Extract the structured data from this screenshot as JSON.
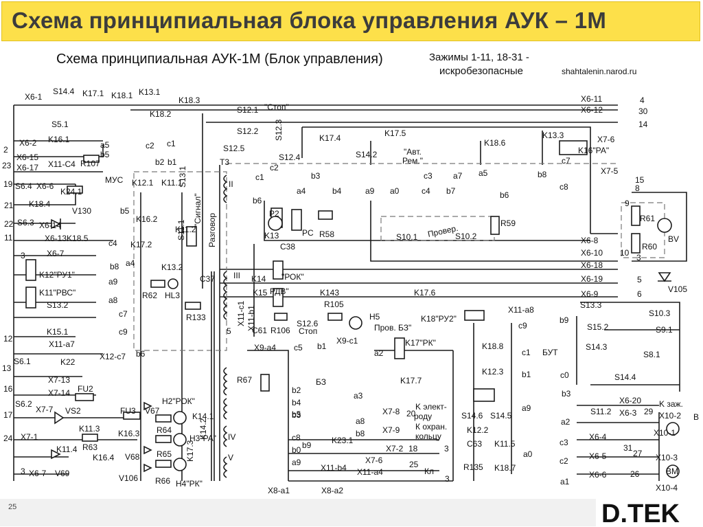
{
  "slide": {
    "title": "Схема  принципиальная блока управления АУК – 1М",
    "number": "25"
  },
  "diagram": {
    "heading": "Схема принципиальная АУК-1М (Блок управления)",
    "note_line1": "Зажимы 1-11, 18-31 -",
    "note_line2": "искробезопасные",
    "source": "shahtalenin.narod.ru",
    "colors": {
      "title_bg": "#fde04a",
      "ink": "#1a1a1a"
    },
    "labels": [
      {
        "id": "x61",
        "t": "X6-1"
      },
      {
        "id": "s144",
        "t": "S14.4"
      },
      {
        "id": "k171",
        "t": "K17.1"
      },
      {
        "id": "k181",
        "t": "K18.1"
      },
      {
        "id": "k131",
        "t": "K13.1"
      },
      {
        "id": "k183",
        "t": "K18.3"
      },
      {
        "id": "s121",
        "t": "S12.1"
      },
      {
        "id": "stop",
        "t": "\"Стоп\""
      },
      {
        "id": "x611",
        "t": "X6-11"
      },
      {
        "id": "n4",
        "t": "4"
      },
      {
        "id": "x612",
        "t": "X6-12"
      },
      {
        "id": "n30",
        "t": "30"
      },
      {
        "id": "n14",
        "t": "14"
      },
      {
        "id": "s51",
        "t": "S5.1"
      },
      {
        "id": "k182",
        "t": "K18.2"
      },
      {
        "id": "s122",
        "t": "S12.2"
      },
      {
        "id": "s123",
        "t": "S12.3"
      },
      {
        "id": "k174",
        "t": "K17.4"
      },
      {
        "id": "k175",
        "t": "K17.5"
      },
      {
        "id": "k186",
        "t": "K18.6"
      },
      {
        "id": "k133",
        "t": "K13.3"
      },
      {
        "id": "x76",
        "t": "X7-6"
      },
      {
        "id": "k16ra",
        "t": "K16\"РА\""
      },
      {
        "id": "x62",
        "t": "X6-2"
      },
      {
        "id": "k161",
        "t": "K16.1"
      },
      {
        "id": "a5a",
        "t": "a5"
      },
      {
        "id": "b5a",
        "t": "b5"
      },
      {
        "id": "c2a",
        "t": "c2"
      },
      {
        "id": "c1a",
        "t": "c1"
      },
      {
        "id": "s125",
        "t": "S12.5"
      },
      {
        "id": "t3",
        "t": "T3"
      },
      {
        "id": "s124",
        "t": "S12.4"
      },
      {
        "id": "s142",
        "t": "S14.2"
      },
      {
        "id": "avt",
        "t": "\"Авт."
      },
      {
        "id": "rem",
        "t": "Рем.\""
      },
      {
        "id": "n2",
        "t": "2"
      },
      {
        "id": "n23",
        "t": "23"
      },
      {
        "id": "x615",
        "t": "X6-15"
      },
      {
        "id": "x617",
        "t": "X6-17"
      },
      {
        "id": "x11c4",
        "t": "X11-C4"
      },
      {
        "id": "r107",
        "t": "R107"
      },
      {
        "id": "b3a",
        "t": "b3"
      },
      {
        "id": "c3a",
        "t": "c3"
      },
      {
        "id": "a7a",
        "t": "a7"
      },
      {
        "id": "a5b",
        "t": "a5"
      },
      {
        "id": "b8a",
        "t": "b8"
      },
      {
        "id": "c7a",
        "t": "c7"
      },
      {
        "id": "c8a",
        "t": "c8"
      },
      {
        "id": "x75",
        "t": "X7-5"
      },
      {
        "id": "n15",
        "t": "15"
      },
      {
        "id": "n8",
        "t": "8"
      },
      {
        "id": "n19",
        "t": "19"
      },
      {
        "id": "s64",
        "t": "S6.4"
      },
      {
        "id": "x66",
        "t": "X6-6"
      },
      {
        "id": "k241",
        "t": "K24.1"
      },
      {
        "id": "mus",
        "t": "МУС"
      },
      {
        "id": "k12",
        "t": "K12.1"
      },
      {
        "id": "b2a",
        "t": "b2"
      },
      {
        "id": "b1a",
        "t": "b1"
      },
      {
        "id": "k111",
        "t": "K11.1"
      },
      {
        "id": "s131",
        "t": "S13.1"
      },
      {
        "id": "sig",
        "t": "\"Сигнал\""
      },
      {
        "id": "razg",
        "t": "Разговор"
      },
      {
        "id": "ii",
        "t": "II"
      },
      {
        "id": "c1b",
        "t": "c1"
      },
      {
        "id": "c2b",
        "t": "c2"
      },
      {
        "id": "a4a",
        "t": "a4"
      },
      {
        "id": "b4a",
        "t": "b4"
      },
      {
        "id": "a9a",
        "t": "a9"
      },
      {
        "id": "a0a",
        "t": "a0"
      },
      {
        "id": "c4a",
        "t": "c4"
      },
      {
        "id": "b7a",
        "t": "b7"
      },
      {
        "id": "b6a",
        "t": "b6"
      },
      {
        "id": "n9",
        "t": "9"
      },
      {
        "id": "n21",
        "t": "21"
      },
      {
        "id": "k184",
        "t": "K18.4"
      },
      {
        "id": "v130",
        "t": "V130"
      },
      {
        "id": "b5b",
        "t": "b5"
      },
      {
        "id": "k162",
        "t": "K16.2"
      },
      {
        "id": "b6b",
        "t": "b6"
      },
      {
        "id": "p2",
        "t": "P2"
      },
      {
        "id": "r61",
        "t": "R61"
      },
      {
        "id": "n22",
        "t": "22"
      },
      {
        "id": "s63",
        "t": "S6.3"
      },
      {
        "id": "x614",
        "t": "X6-14"
      },
      {
        "id": "k112",
        "t": "K11.2"
      },
      {
        "id": "r58",
        "t": "R58"
      },
      {
        "id": "pc",
        "t": "PC"
      },
      {
        "id": "r59",
        "t": "R59"
      },
      {
        "id": "n11",
        "t": "11"
      },
      {
        "id": "x613",
        "t": "X6-13K18.5"
      },
      {
        "id": "c4b",
        "t": "c4"
      },
      {
        "id": "k172",
        "t": "K17.2"
      },
      {
        "id": "k13",
        "t": "K13"
      },
      {
        "id": "s111",
        "t": "S11.1"
      },
      {
        "id": "s101",
        "t": "S10.1"
      },
      {
        "id": "prov",
        "t": "Провер."
      },
      {
        "id": "s102",
        "t": "S10.2"
      },
      {
        "id": "bv",
        "t": "BV"
      },
      {
        "id": "x67",
        "t": "X6-7"
      },
      {
        "id": "c38",
        "t": "C38"
      },
      {
        "id": "x68",
        "t": "X6-8"
      },
      {
        "id": "r60",
        "t": "R60"
      },
      {
        "id": "x610",
        "t": "X6-10"
      },
      {
        "id": "n10",
        "t": "10"
      },
      {
        "id": "n3",
        "t": "3"
      },
      {
        "id": "n3b",
        "t": "3"
      },
      {
        "id": "b8b",
        "t": "b8"
      },
      {
        "id": "a4b",
        "t": "a4"
      },
      {
        "id": "k132",
        "t": "K13.2"
      },
      {
        "id": "x618",
        "t": "X6-18"
      },
      {
        "id": "k12ru1",
        "t": "K12\"РУ1\""
      },
      {
        "id": "a9b",
        "t": "a9"
      },
      {
        "id": "c37",
        "t": "C37"
      },
      {
        "id": "iii",
        "t": "III"
      },
      {
        "id": "k14",
        "t": "K14"
      },
      {
        "id": "rok",
        "t": "\"РОК\""
      },
      {
        "id": "x619",
        "t": "X6-19"
      },
      {
        "id": "n5",
        "t": "5"
      },
      {
        "id": "v105",
        "t": "V105"
      },
      {
        "id": "k11rvs",
        "t": "K11\"РВС\""
      },
      {
        "id": "a8a",
        "t": "a8"
      },
      {
        "id": "r62",
        "t": "R62"
      },
      {
        "id": "hl3",
        "t": "HL3"
      },
      {
        "id": "k15",
        "t": "K15"
      },
      {
        "id": "rdv",
        "t": "РДВ\""
      },
      {
        "id": "k143",
        "t": "K143"
      },
      {
        "id": "k176",
        "t": "K17.6"
      },
      {
        "id": "x69",
        "t": "X6-9"
      },
      {
        "id": "n6",
        "t": "6"
      },
      {
        "id": "s132",
        "t": "S13.2"
      },
      {
        "id": "c7b",
        "t": "c7"
      },
      {
        "id": "r105",
        "t": "R105"
      },
      {
        "id": "s133",
        "t": "S13.3"
      },
      {
        "id": "s103",
        "t": "S10.3"
      },
      {
        "id": "x11a8",
        "t": "X11-a8"
      },
      {
        "id": "r133",
        "t": "R133"
      },
      {
        "id": "x11c1",
        "t": "X11-c1"
      },
      {
        "id": "x11b1",
        "t": "X11-b1"
      },
      {
        "id": "h5",
        "t": "H5"
      },
      {
        "id": "k18ru2",
        "t": "K18\"РУ2\""
      },
      {
        "id": "c9a",
        "t": "c9"
      },
      {
        "id": "b9a",
        "t": "b9"
      },
      {
        "id": "s152",
        "t": "S15.2"
      },
      {
        "id": "s91",
        "t": "S9.1"
      },
      {
        "id": "k151",
        "t": "K15.1"
      },
      {
        "id": "c9b",
        "t": "c9"
      },
      {
        "id": "c61",
        "t": "C61"
      },
      {
        "id": "r106",
        "t": "R106"
      },
      {
        "id": "stop2",
        "t": "Стоп"
      },
      {
        "id": "provbz",
        "t": "Пров. БЗ\""
      },
      {
        "id": "s126",
        "t": "S12.6"
      },
      {
        "id": "n5b",
        "t": "5"
      },
      {
        "id": "x11a7",
        "t": "X11-a7"
      },
      {
        "id": "x9c1",
        "t": "X9-c1"
      },
      {
        "id": "b1b",
        "t": "b1"
      },
      {
        "id": "k17rk",
        "t": "K17\"РК\""
      },
      {
        "id": "k188",
        "t": "K18.8"
      },
      {
        "id": "s143",
        "t": "S14.3"
      },
      {
        "id": "n12",
        "t": "12"
      },
      {
        "id": "x9a4",
        "t": "X9-a4"
      },
      {
        "id": "c5a",
        "t": "c5"
      },
      {
        "id": "a2a",
        "t": "a2"
      },
      {
        "id": "c1c",
        "t": "c1"
      },
      {
        "id": "but",
        "t": "БУТ"
      },
      {
        "id": "s81",
        "t": "S8.1"
      },
      {
        "id": "k22",
        "t": "K22"
      },
      {
        "id": "x12c7",
        "t": "X12-c7"
      },
      {
        "id": "b6c",
        "t": "b6"
      },
      {
        "id": "s61",
        "t": "S6.1"
      },
      {
        "id": "n13",
        "t": "13"
      },
      {
        "id": "k123",
        "t": "K12.3"
      },
      {
        "id": "b1c",
        "t": "b1"
      },
      {
        "id": "c0a",
        "t": "c0"
      },
      {
        "id": "s144b",
        "t": "S14.4"
      },
      {
        "id": "x713",
        "t": "X7-13"
      },
      {
        "id": "r67",
        "t": "R67"
      },
      {
        "id": "bz",
        "t": "БЗ"
      },
      {
        "id": "k177",
        "t": "K17.7"
      },
      {
        "id": "b2b",
        "t": "b2"
      },
      {
        "id": "n16",
        "t": "16"
      },
      {
        "id": "x714",
        "t": "X7-14"
      },
      {
        "id": "fu2",
        "t": "FU2"
      },
      {
        "id": "b4b",
        "t": "b4"
      },
      {
        "id": "a3a",
        "t": "a3"
      },
      {
        "id": "b3b",
        "t": "b3"
      },
      {
        "id": "x620",
        "t": "X6-20"
      },
      {
        "id": "kzaz",
        "t": "K заж."
      },
      {
        "id": "s62",
        "t": "S6.2"
      },
      {
        "id": "h2rok",
        "t": "H2\"РОК\""
      },
      {
        "id": "b3c",
        "t": "b3"
      },
      {
        "id": "a9c",
        "t": "a9"
      },
      {
        "id": "s112",
        "t": "S11.2"
      },
      {
        "id": "x63",
        "t": "X6-3"
      },
      {
        "id": "n29",
        "t": "29"
      },
      {
        "id": "x102",
        "t": "X10-2"
      },
      {
        "id": "b",
        "t": "B"
      },
      {
        "id": "n17",
        "t": "17"
      },
      {
        "id": "x77",
        "t": "X7-7"
      },
      {
        "id": "vs2",
        "t": "VS2"
      },
      {
        "id": "fu3",
        "t": "FU3"
      },
      {
        "id": "v67",
        "t": "V67"
      },
      {
        "id": "k141",
        "t": "K14.1"
      },
      {
        "id": "b5c",
        "t": "b5"
      },
      {
        "id": "x78",
        "t": "X7-8"
      },
      {
        "id": "n20",
        "t": "20"
      },
      {
        "id": "kelek",
        "t": "K элект-"
      },
      {
        "id": "rodu",
        "t": "роду"
      },
      {
        "id": "s146",
        "t": "S14.6"
      },
      {
        "id": "s145",
        "t": "S14.5"
      },
      {
        "id": "a2b",
        "t": "a2"
      },
      {
        "id": "x101",
        "t": "X10-1"
      },
      {
        "id": "k163",
        "t": "K16.3"
      },
      {
        "id": "r64",
        "t": "R64"
      },
      {
        "id": "h3ra",
        "t": "H3\"РА\""
      },
      {
        "id": "a8b",
        "t": "a8"
      },
      {
        "id": "x79",
        "t": "X7-9"
      },
      {
        "id": "kohr",
        "t": "К охран."
      },
      {
        "id": "kolc",
        "t": "кольцу"
      },
      {
        "id": "k122",
        "t": "K12.2"
      },
      {
        "id": "n24",
        "t": "24"
      },
      {
        "id": "x71",
        "t": "X7-1"
      },
      {
        "id": "k113",
        "t": "K11.3"
      },
      {
        "id": "c8b",
        "t": "c8"
      },
      {
        "id": "k231",
        "t": "K23.1"
      },
      {
        "id": "b8c",
        "t": "b8"
      },
      {
        "id": "c63",
        "t": "C63"
      },
      {
        "id": "k115",
        "t": "K11.5"
      },
      {
        "id": "c3b",
        "t": "c3"
      },
      {
        "id": "x64",
        "t": "X6-4"
      },
      {
        "id": "n31",
        "t": "31"
      },
      {
        "id": "r63",
        "t": "R63"
      },
      {
        "id": "k164",
        "t": "K16.4"
      },
      {
        "id": "v68",
        "t": "V68"
      },
      {
        "id": "r65",
        "t": "R65"
      },
      {
        "id": "b0a",
        "t": "b0"
      },
      {
        "id": "x72",
        "t": "X7-2"
      },
      {
        "id": "n18",
        "t": "18"
      },
      {
        "id": "a0b",
        "t": "a0"
      },
      {
        "id": "c2c",
        "t": "c2"
      },
      {
        "id": "x65",
        "t": "X6-5"
      },
      {
        "id": "n27",
        "t": "27"
      },
      {
        "id": "x103",
        "t": "X10-3"
      },
      {
        "id": "k114",
        "t": "K11.4"
      },
      {
        "id": "iv",
        "t": "IV"
      },
      {
        "id": "b9b",
        "t": "b9"
      },
      {
        "id": "x76b",
        "t": "X7-6"
      },
      {
        "id": "n3c",
        "t": "3"
      },
      {
        "id": "r135",
        "t": "R135"
      },
      {
        "id": "k187",
        "t": "K18.7"
      },
      {
        "id": "x67b",
        "t": "X6-7"
      },
      {
        "id": "v69",
        "t": "V69"
      },
      {
        "id": "v106",
        "t": "V106"
      },
      {
        "id": "r66",
        "t": "R66"
      },
      {
        "id": "h4rk",
        "t": "H4\"РК\""
      },
      {
        "id": "k173",
        "t": "K17.3"
      },
      {
        "id": "k142",
        "t": "K14.2"
      },
      {
        "id": "v",
        "t": "V"
      },
      {
        "id": "a9d",
        "t": "a9"
      },
      {
        "id": "x11b4",
        "t": "X11-b4"
      },
      {
        "id": "x11a4",
        "t": "X11-a4"
      },
      {
        "id": "n25",
        "t": "25"
      },
      {
        "id": "kl",
        "t": "Кл"
      },
      {
        "id": "a1a",
        "t": "a1"
      },
      {
        "id": "x66b",
        "t": "X6-6"
      },
      {
        "id": "n26",
        "t": "26"
      },
      {
        "id": "x104",
        "t": "X10-4"
      },
      {
        "id": "x8a1",
        "t": "X8-a1"
      },
      {
        "id": "x8a2",
        "t": "X8-a2"
      },
      {
        "id": "bm",
        "t": "BM"
      },
      {
        "id": "n3d",
        "t": "3"
      },
      {
        "id": "n3e",
        "t": "3"
      }
    ]
  }
}
